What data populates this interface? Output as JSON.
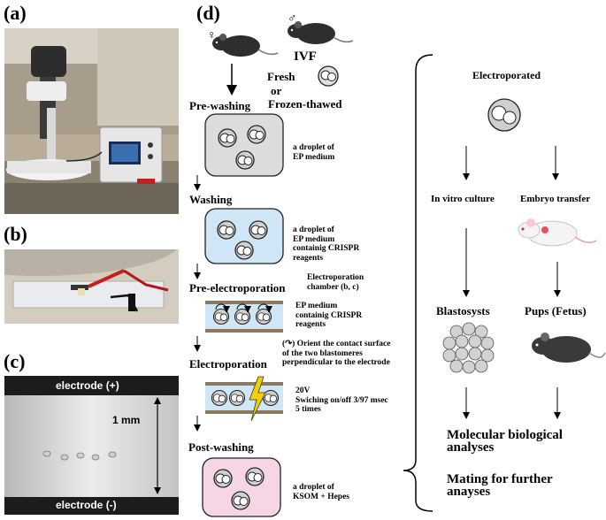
{
  "panels": {
    "a": "(a)",
    "b": "(b)",
    "c": "(c)",
    "d": "(d)"
  },
  "panel_c": {
    "electrode_pos": "electrode (+)",
    "electrode_neg": "electrode (-)",
    "distance": "1 mm"
  },
  "ivf": {
    "female_symbol": "♀",
    "male_symbol": "♂",
    "label": "IVF",
    "fresh": "Fresh",
    "or": "or",
    "frozen": "Frozen-thawed"
  },
  "steps": {
    "pre_washing": "Pre-washing",
    "washing": "Washing",
    "pre_electroporation": "Pre-electroporation",
    "electroporation": "Electroporation",
    "post_washing": "Post-washing"
  },
  "notes": {
    "prewash": [
      "a droplet of",
      "EP medium"
    ],
    "wash": [
      "a droplet of",
      "EP medium",
      "containig CRISPR",
      "reagents"
    ],
    "chamber": [
      "Electroporation",
      "chamber (b, c)"
    ],
    "ep_medium": [
      "EP medium",
      "containig CRISPR",
      "reagents"
    ],
    "orient": [
      "(↷) Orient the contact surface",
      "of the two blastomeres",
      "perpendicular to the electrode"
    ],
    "ep_params": [
      "20V",
      "Swiching on/off  3/97 msec",
      "5 times"
    ],
    "postwash": [
      "a droplet of",
      "KSOM + Hepes"
    ]
  },
  "right": {
    "electroporated": "Electroporated",
    "in_vitro": "In vitro culture",
    "embryo_transfer": "Embryo transfer",
    "blastocysts": "Blastosysts",
    "pups": "Pups (Fetus)",
    "molecular_1": "Molecular biological",
    "molecular_2": "analyses",
    "mating_1": "Mating for further",
    "mating_2": "anayses"
  },
  "colors": {
    "grey_dish": "#dcdcdc",
    "blue_dish": "#cfe6f6",
    "pink_dish": "#f6d6e6",
    "bolt": "#f5d000"
  }
}
